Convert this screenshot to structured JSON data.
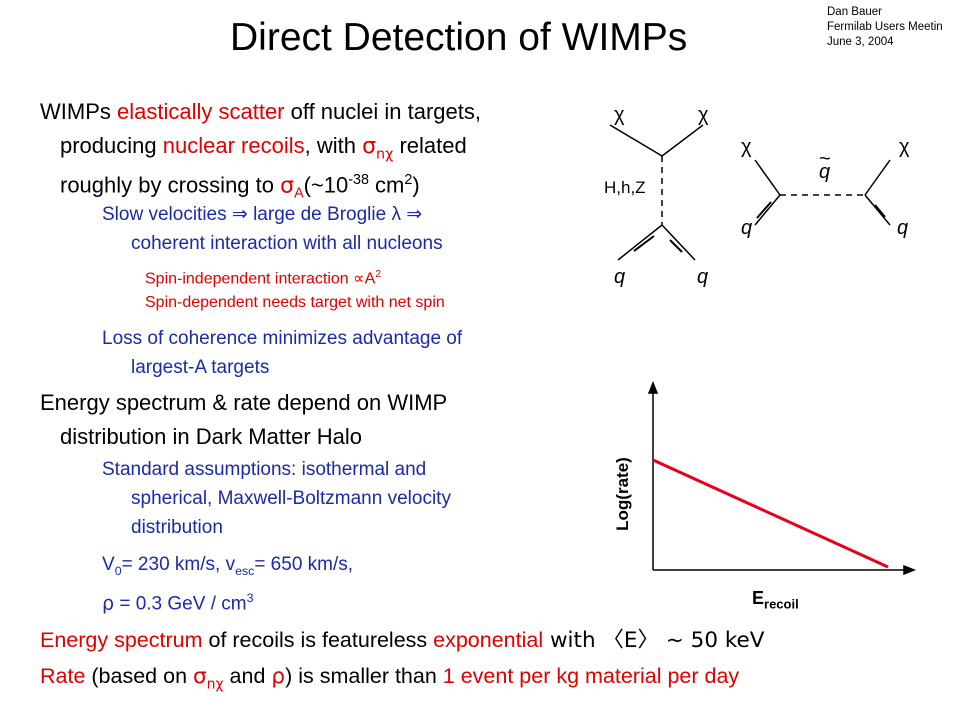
{
  "header": {
    "title": "Direct Detection of WIMPs",
    "meta": [
      "Dan Bauer",
      "Fermilab Users Meetin",
      "June 3, 2004"
    ]
  },
  "bullet1": {
    "a": "WIMPs ",
    "b": "elastically scatter",
    "c": " off nuclei in targets,",
    "d": "producing ",
    "e": "nuclear recoils",
    "f": ", with ",
    "g": "σ",
    "h": "nχ",
    "i": " related",
    "j": "roughly by crossing to ",
    "k": "σ",
    "l": "A",
    "m": "(~10",
    "n": "-38",
    "o": " cm",
    "p": "2",
    "q": ")"
  },
  "sub1": {
    "line1": "Slow velocities  ⇒ large de Broglie λ  ⇒",
    "line2": "coherent interaction with all nucleons",
    "point1a": "Spin-independent interaction ∝A",
    "point1sup": "2",
    "point2": "Spin-dependent needs target with net spin"
  },
  "sub2": {
    "line1": "Loss of coherence minimizes advantage of",
    "line2": "largest-A targets"
  },
  "bullet2": {
    "line1": "Energy spectrum & rate depend on WIMP",
    "line2": "distribution in Dark Matter Halo"
  },
  "sub3": {
    "line1": "Standard assumptions: isothermal and",
    "line2": "spherical, Maxwell-Boltzmann velocity",
    "line3": "distribution",
    "v0a": "V",
    "v0sub": "0",
    "v0b": "= 230 km/s, v",
    "vescsub": "esc",
    "v0c": "= 650 km/s,",
    "rho": "ρ",
    "rhob": " = 0.3 GeV / cm",
    "rhosup": "3"
  },
  "bullet3": {
    "a": "Energy spectrum",
    "b": " of recoils is featureless ",
    "c": "exponential",
    "d": " with 〈E〉 ~ 50 keV"
  },
  "bullet4": {
    "a": "Rate",
    "b": " (based on ",
    "c": "σ",
    "d": "nχ",
    "e": "  and ",
    "f": "ρ",
    "g": ") is smaller than ",
    "h": "1 event per kg material per day"
  },
  "diagrams": {
    "chi": "χ",
    "quark": "q",
    "squark": "q",
    "tilde": "~",
    "mediator": "H,h,Z"
  },
  "plot": {
    "ylabel": "Log(rate)",
    "xlabel_main": "E",
    "xlabel_sub": "recoil",
    "line_color": "#e8001c"
  }
}
